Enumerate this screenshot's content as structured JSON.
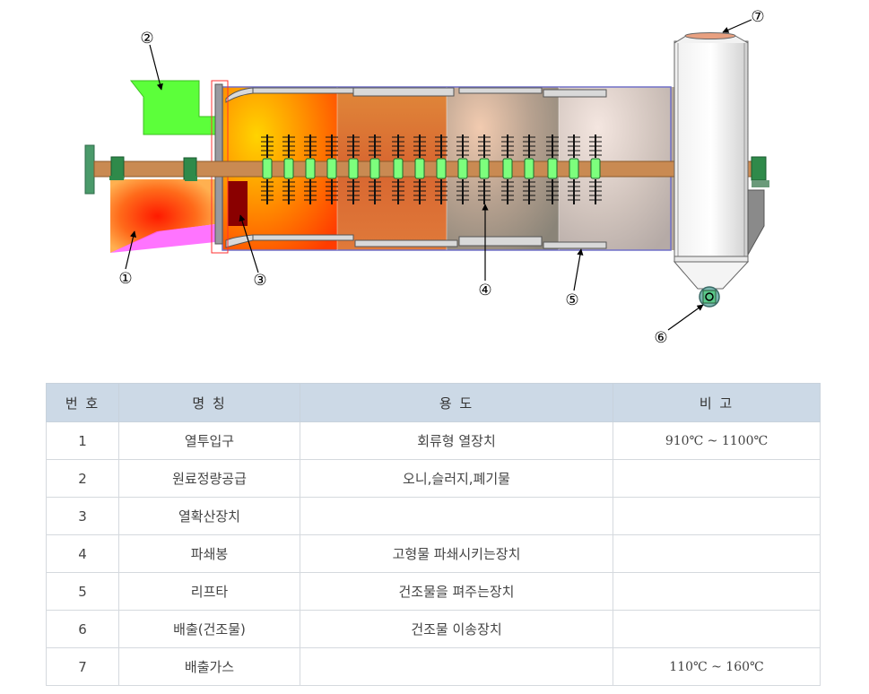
{
  "diagram": {
    "callouts": [
      "①",
      "②",
      "③",
      "④",
      "⑤",
      "⑥",
      "⑦"
    ]
  },
  "table": {
    "headers": [
      "번 호",
      "명 칭",
      "용 도",
      "비 고"
    ],
    "rows": [
      {
        "no": "1",
        "name": "열투입구",
        "use": "회류형 열장치",
        "note": "910℃ ~ 1100℃"
      },
      {
        "no": "2",
        "name": "원료정량공급",
        "use": "오니,슬러지,폐기물",
        "note": ""
      },
      {
        "no": "3",
        "name": "열확산장치",
        "use": "",
        "note": ""
      },
      {
        "no": "4",
        "name": "파쇄봉",
        "use": "고형물 파쇄시키는장치",
        "note": ""
      },
      {
        "no": "5",
        "name": "리프타",
        "use": "건조물을 펴주는장치",
        "note": ""
      },
      {
        "no": "6",
        "name": "배출(건조물)",
        "use": "건조물 이송장치",
        "note": ""
      },
      {
        "no": "7",
        "name": "배출가스",
        "use": "",
        "note": "110℃ ~ 160℃"
      }
    ]
  },
  "colors": {
    "header_bg": "#ccd9e6",
    "hot": "#ff2a00",
    "shaft": "#c98a52",
    "breaker": "#7dff7d",
    "hopper": "#5cff3a"
  }
}
